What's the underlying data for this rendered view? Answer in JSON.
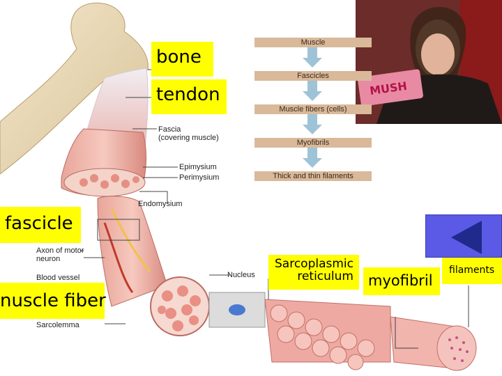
{
  "flowchart": {
    "items": [
      "Muscle",
      "Fascicles",
      "Muscle fibers (cells)",
      "Myofibrils",
      "Thick and thin filaments"
    ]
  },
  "anatomy_labels": {
    "fascia": "Fascia\n(covering muscle)",
    "epimysium": "Epimysium",
    "perimysium": "Perimysium",
    "endomysium": "Endomysium",
    "axon": "Axon of motor\nneuron",
    "blood_vessel": "Blood vessel",
    "nucleus": "Nucleus",
    "sarcolemma": "Sarcolemma"
  },
  "yellow_labels": {
    "bone": "bone",
    "tendon": "tendon",
    "fascicle": "fascicle",
    "muscle_fiber": "nuscle fiber",
    "sarcoplasmic": "Sarcoplasmic\nreticulum",
    "myofibril": "myofibril",
    "filaments": "filaments"
  },
  "photo": {
    "candy_text": "MUSH"
  },
  "colors": {
    "highlight": "#ffff00",
    "nav_button": "#5a5ae6",
    "flow_bar": "#d9b99a",
    "flow_arrow": "#9fc3d6"
  }
}
